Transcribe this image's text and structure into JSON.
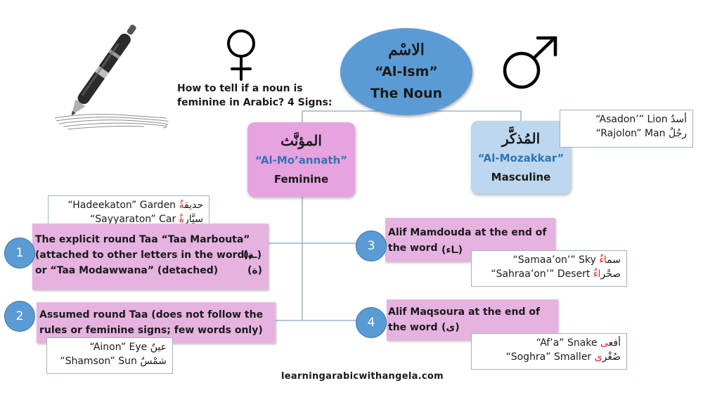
{
  "root": {
    "arabic": "الاسْم",
    "translit": "“Al-Ism”",
    "english": "The Noun"
  },
  "question": "How to tell if a noun is feminine in Arabic? 4 Signs:",
  "feminine": {
    "arabic": "المؤنَّث",
    "translit": "“Al-Mo’annath”",
    "english": "Feminine"
  },
  "masculine": {
    "arabic": "المُذكَّر",
    "translit": "“Al-Mozakkar”",
    "english": "Masculine",
    "examples": [
      {
        "text": "“Asadon’” Lion ",
        "arabic": "أسدٌ"
      },
      {
        "text": "“Rajolon” Man ",
        "arabic": "رجُلٌ"
      }
    ]
  },
  "signs": [
    {
      "number": "1",
      "lines": [
        "The explicit round Taa “Taa Marbouta”",
        "(attached to other letters in the word),",
        "or “Taa Modawwana” (detached)"
      ],
      "arabic_1": "(ـة)",
      "arabic_2": "(ة)",
      "examples": [
        {
          "text": "“Hadeekaton” Garden ",
          "stem": "حديق",
          "ending": "ةٌ"
        },
        {
          "text": "“Sayyaraton” Car ",
          "stem": "سيَّار",
          "ending": "ةٌ"
        }
      ]
    },
    {
      "number": "2",
      "lines": [
        "Assumed round Taa (does not follow the",
        "rules or feminine signs; few words only)"
      ],
      "examples": [
        {
          "text": "“Ainon” Eye ",
          "arabic": "عينٌ"
        },
        {
          "text": "“Shamson” Sun ",
          "arabic": "شمْسٌ"
        }
      ]
    },
    {
      "number": "3",
      "lines": [
        "Alif Mamdouda at the end of",
        "the word"
      ],
      "arabic": "(ـاء)",
      "examples": [
        {
          "text": "“Samaa’on’” Sky ",
          "stem": "سم",
          "ending": "اءٌ"
        },
        {
          "text": "“Sahraa’on’” Desert ",
          "stem": "صحْر",
          "ending": "اءٌ"
        }
      ]
    },
    {
      "number": "4",
      "lines": [
        "Alif Maqsoura at the end of",
        "the word"
      ],
      "arabic": "(ى)",
      "examples": [
        {
          "text": "“Af’a” Snake ",
          "stem": "أفع",
          "ending": "ى"
        },
        {
          "text": "“Soghra” Smaller ",
          "stem": "صُغْر",
          "ending": "ى"
        }
      ]
    }
  ],
  "website": "learningarabicwithangela.com",
  "icons": [
    "pen-icon",
    "female-symbol-icon",
    "male-symbol-icon"
  ],
  "colors": {
    "blue": "#5b9bd5",
    "light_blue": "#bdd7ee",
    "pink": "#e6b3e0",
    "translit_blue": "#2e75b6",
    "arabic_red": "#e02020",
    "connector": "#7fa7cf"
  }
}
